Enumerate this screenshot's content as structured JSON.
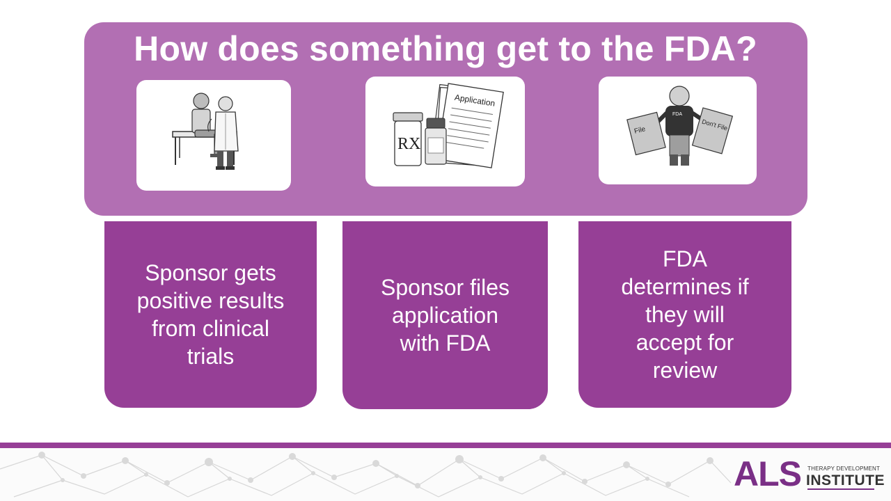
{
  "slide": {
    "title": "How does something get to the FDA?",
    "steps": [
      {
        "lines": [
          "Sponsor gets",
          "positive results",
          "from clinical",
          "trials"
        ],
        "icon": "clinical-trial-icon"
      },
      {
        "lines": [
          "Sponsor files",
          "application",
          "with FDA"
        ],
        "icon": "application-documents-icon"
      },
      {
        "lines": [
          "FDA",
          "determines if",
          "they will",
          "accept for",
          "review"
        ],
        "icon": "fda-review-icon"
      }
    ]
  },
  "illustrations": {
    "application_doc_label": "Application",
    "rx_label": "RX",
    "shirt_label": "FDA",
    "file_label": "File",
    "dont_file_label": "Don't File"
  },
  "logo": {
    "als": "ALS",
    "subtitle": "THERAPY DEVELOPMENT",
    "institute": "INSTITUTE"
  },
  "colors": {
    "header_panel": "#b26fb3",
    "step_box": "#963f96",
    "brand": "#7a2f86"
  }
}
